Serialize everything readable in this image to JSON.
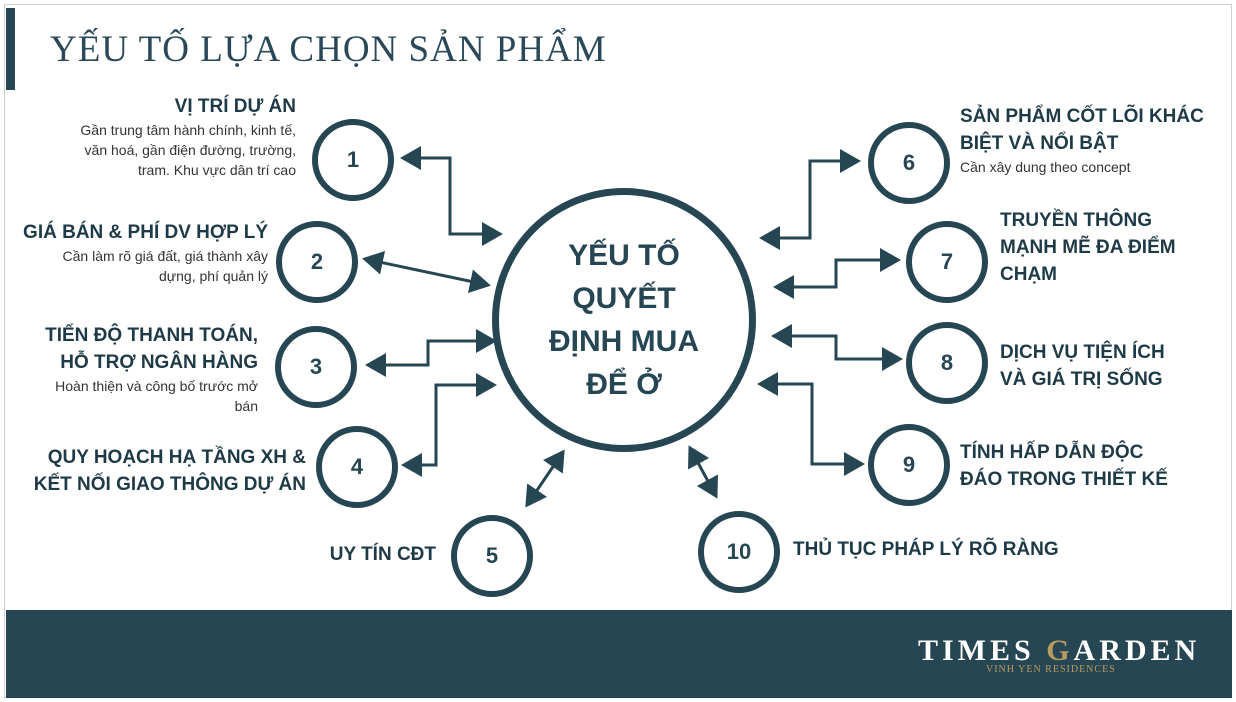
{
  "title": "YẾU TỐ LỰA CHỌN SẢN PHẨM",
  "center_label": [
    "YẾU TỐ",
    "QUYẾT",
    "ĐỊNH MUA",
    "ĐỂ Ở"
  ],
  "factors": [
    {
      "num": "1",
      "title": [
        "VỊ TRÍ DỰ ÁN"
      ],
      "desc": [
        "Gần trung tâm hành chính, kinh tế,",
        "văn hoá, gần điện đường, trường,",
        "tram. Khu vực dân trí cao"
      ]
    },
    {
      "num": "2",
      "title": [
        "GIÁ BÁN & PHÍ DV HỢP LÝ"
      ],
      "desc": [
        "Cần làm rõ giá đất, giá thành xây",
        "dựng, phí quản lý"
      ]
    },
    {
      "num": "3",
      "title": [
        "TIẾN ĐỘ THANH TOÁN,",
        "HỖ TRỢ NGÂN HÀNG"
      ],
      "desc": [
        "Hoàn thiện và công bố trước mở",
        "bán"
      ]
    },
    {
      "num": "4",
      "title": [
        "QUY HOẠCH HẠ TẦNG XH &",
        "KẾT NỐI GIAO THÔNG DỰ ÁN"
      ],
      "desc": []
    },
    {
      "num": "5",
      "title": [
        "UY TÍN CĐT"
      ],
      "desc": []
    },
    {
      "num": "6",
      "title": [
        "SẢN PHẨM CỐT LÕI KHÁC",
        "BIỆT VÀ NỔI BẬT"
      ],
      "desc": [
        "Cần xây dung theo concept"
      ]
    },
    {
      "num": "7",
      "title": [
        "TRUYỀN THÔNG",
        "MẠNH MẼ ĐA ĐIỂM",
        "CHẠM"
      ],
      "desc": []
    },
    {
      "num": "8",
      "title": [
        "DỊCH VỤ TIỆN ÍCH",
        "VÀ GIÁ TRỊ SỐNG"
      ],
      "desc": []
    },
    {
      "num": "9",
      "title": [
        "TÍNH HẤP DẪN ĐỘC",
        "ĐÁO TRONG THIẾT KẾ"
      ],
      "desc": []
    },
    {
      "num": "10",
      "title": [
        "THỦ TỤC PHÁP LÝ RÕ RÀNG"
      ],
      "desc": []
    }
  ],
  "brand": {
    "name_pre": "TIMES ",
    "name_g": "G",
    "name_post": "ARDEN",
    "tagline": "VINH YEN RESIDENCES"
  },
  "colors": {
    "primary": "#264653",
    "accent": "#b89a5e"
  }
}
